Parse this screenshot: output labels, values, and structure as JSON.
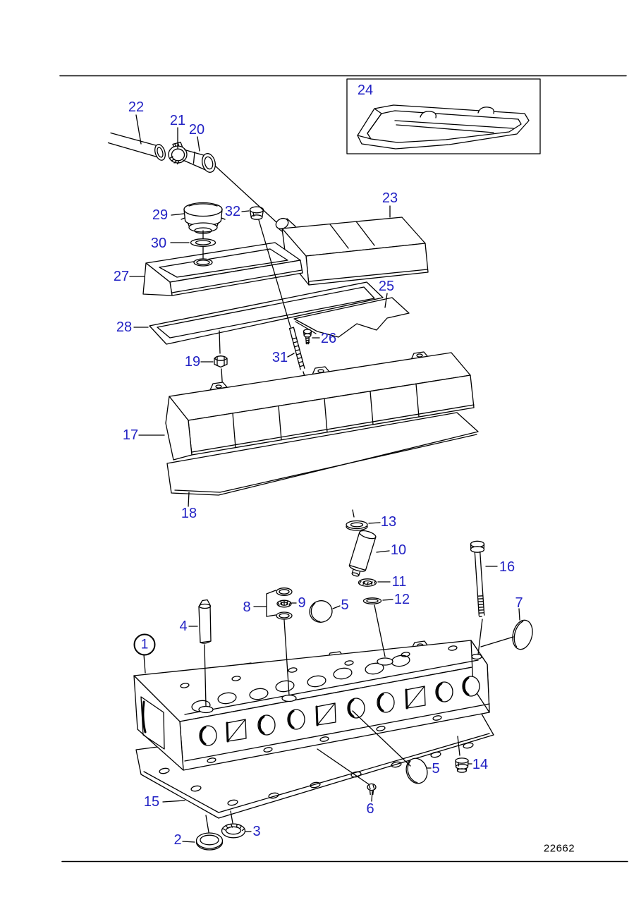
{
  "figure": {
    "drawing_number": "22662",
    "callout_color": "#2222c4",
    "line_color": "#000000",
    "background_color": "#ffffff"
  },
  "callouts": {
    "c1": "1",
    "c2": "2",
    "c3": "3",
    "c4": "4",
    "c5": "5",
    "c6": "6",
    "c7": "7",
    "c8": "8",
    "c9": "9",
    "c10": "10",
    "c11": "11",
    "c12": "12",
    "c13": "13",
    "c14": "14",
    "c15": "15",
    "c16": "16",
    "c17": "17",
    "c18": "18",
    "c19": "19",
    "c20": "20",
    "c21": "21",
    "c22": "22",
    "c23": "23",
    "c24": "24",
    "c25": "25",
    "c26": "26",
    "c27": "27",
    "c28": "28",
    "c29": "29",
    "c30": "30",
    "c31": "31",
    "c32": "32"
  }
}
